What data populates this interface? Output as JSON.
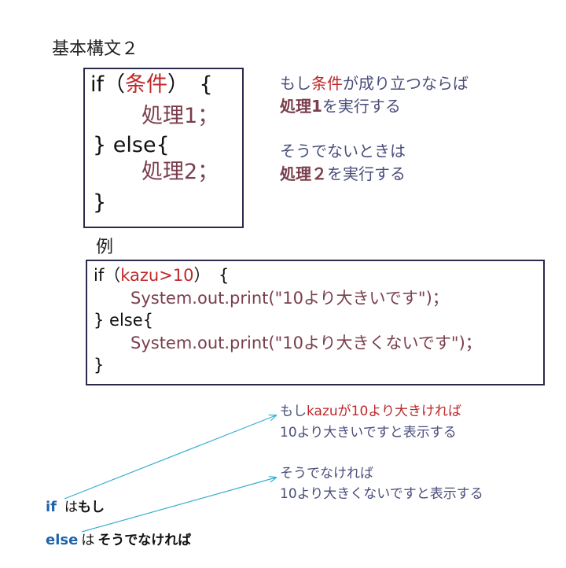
{
  "title": "基本構文２",
  "syntax": {
    "line1_pre": "if（",
    "line1_cond": "条件",
    "line1_post": "）　{",
    "line2": "処理1；",
    "line3": "}  else{",
    "line4": "処理2；",
    "line5": "}"
  },
  "description": {
    "line1_pre": "もし",
    "line1_cond": "条件",
    "line1_post": "が成り立つならば",
    "line2_bold": "処理1",
    "line2_post": "を実行する",
    "line3": "そうでないときは",
    "line4_bold": "処理２",
    "line4_post": "を実行する"
  },
  "example_label": "例",
  "example": {
    "line1_pre": "if（",
    "line1_cond": "kazu>10",
    "line1_post": "）　{",
    "line2": "System.out.print(\"10より大きいです\")；",
    "line3": "} else{",
    "line4": "System.out.print(\"10より大きくないです\")；",
    "line5": "}"
  },
  "annotations": {
    "if_line1_pre": "もし",
    "if_line1_red": "kazuが10より大きければ",
    "if_line2": "10より大きいですと表示する",
    "else_line1": "そうでなければ",
    "else_line2": "10より大きくないですと表示する"
  },
  "keywords": {
    "if_kw": "if",
    "if_meaning_ha": "は",
    "if_meaning": "もし",
    "else_kw": "else",
    "else_meaning_ha": "は",
    "else_meaning": "そうでなければ"
  },
  "colors": {
    "red": "#c0282b",
    "mauve": "#7a3e4d",
    "slate": "#4a4e7a",
    "keyword_blue": "#1e64a8",
    "arrow": "#3aaed0",
    "border": "#2a2a4a"
  }
}
